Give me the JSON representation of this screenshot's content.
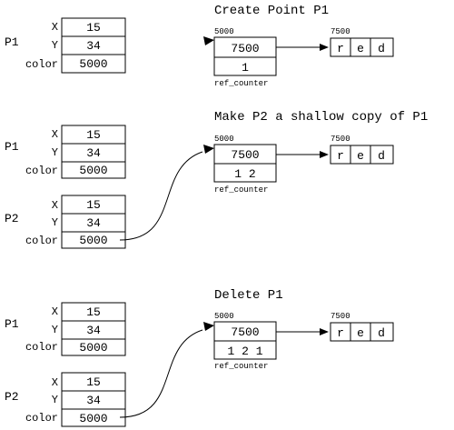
{
  "panels": [
    {
      "title": "Create Point P1",
      "points": [
        {
          "name": "P1",
          "fields": [
            {
              "label": "X",
              "value": "15"
            },
            {
              "label": "Y",
              "value": "34"
            },
            {
              "label": "color",
              "value": "5000"
            }
          ]
        }
      ],
      "object_address": "5000",
      "object_value": "7500",
      "ref_counter_value": "1",
      "ref_counter_label": "ref_counter",
      "string_address": "7500",
      "string_chars": [
        "r",
        "e",
        "d"
      ]
    },
    {
      "title": "Make P2 a shallow copy of P1",
      "points": [
        {
          "name": "P1",
          "fields": [
            {
              "label": "X",
              "value": "15"
            },
            {
              "label": "Y",
              "value": "34"
            },
            {
              "label": "color",
              "value": "5000"
            }
          ]
        },
        {
          "name": "P2",
          "fields": [
            {
              "label": "X",
              "value": "15"
            },
            {
              "label": "Y",
              "value": "34"
            },
            {
              "label": "color",
              "value": "5000"
            }
          ]
        }
      ],
      "object_address": "5000",
      "object_value": "7500",
      "ref_counter_value": "1 2",
      "ref_counter_label": "ref_counter",
      "string_address": "7500",
      "string_chars": [
        "r",
        "e",
        "d"
      ]
    },
    {
      "title": "Delete P1",
      "points": [
        {
          "name": "P1",
          "fields": [
            {
              "label": "X",
              "value": "15"
            },
            {
              "label": "Y",
              "value": "34"
            },
            {
              "label": "color",
              "value": "5000"
            }
          ]
        },
        {
          "name": "P2",
          "fields": [
            {
              "label": "X",
              "value": "15"
            },
            {
              "label": "Y",
              "value": "34"
            },
            {
              "label": "color",
              "value": "5000"
            }
          ]
        }
      ],
      "object_address": "5000",
      "object_value": "7500",
      "ref_counter_value": "1 2 1",
      "ref_counter_label": "ref_counter",
      "string_address": "7500",
      "string_chars": [
        "r",
        "e",
        "d"
      ]
    }
  ]
}
